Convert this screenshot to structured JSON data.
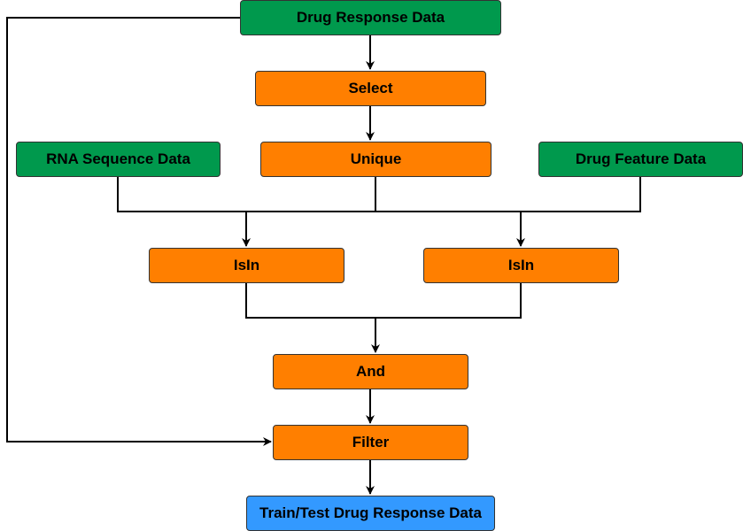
{
  "nodes": {
    "drug_response_data": "Drug Response Data",
    "select": "Select",
    "unique": "Unique",
    "rna_sequence_data": "RNA Sequence Data",
    "drug_feature_data": "Drug Feature Data",
    "isin_left": "IsIn",
    "isin_right": "IsIn",
    "and": "And",
    "filter": "Filter",
    "output": "Train/Test Drug Response Data"
  },
  "colors": {
    "input_node": "#00994d",
    "operation_node": "#ff7f00",
    "output_node": "#3399ff",
    "edge": "#000000"
  },
  "edges": [
    {
      "from": "drug_response_data",
      "to": "select"
    },
    {
      "from": "select",
      "to": "unique"
    },
    {
      "from": "rna_sequence_data",
      "to": "isin_left"
    },
    {
      "from": "unique",
      "to": "isin_left"
    },
    {
      "from": "unique",
      "to": "isin_right"
    },
    {
      "from": "drug_feature_data",
      "to": "isin_right"
    },
    {
      "from": "isin_left",
      "to": "and"
    },
    {
      "from": "isin_right",
      "to": "and"
    },
    {
      "from": "and",
      "to": "filter"
    },
    {
      "from": "drug_response_data",
      "to": "filter"
    },
    {
      "from": "filter",
      "to": "output"
    }
  ]
}
